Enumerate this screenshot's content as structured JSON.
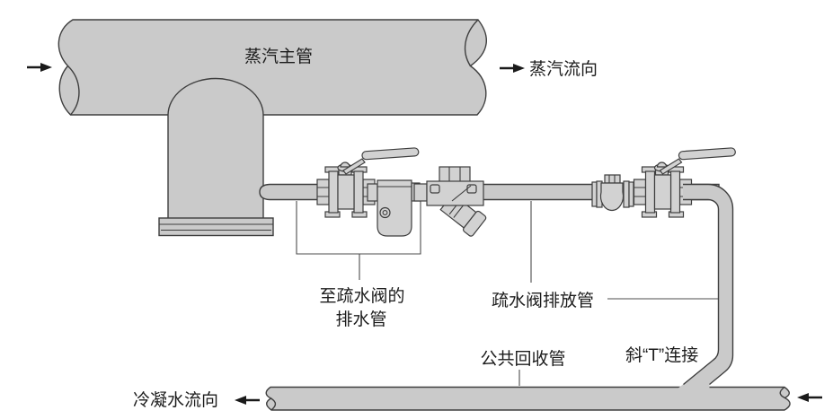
{
  "figure": {
    "type": "steam-trap-piping-diagram",
    "background": "#ffffff",
    "colors": {
      "pipe_fill": "#cacaca",
      "fitting_fill": "#d2d2d2",
      "outline": "#3e3e3e",
      "leader_line": "#4d4d4d",
      "text": "#1c1c1c",
      "arrow": "#1a1a1a"
    },
    "labels": {
      "steam_main": "蒸汽主管",
      "steam_flow": "蒸汽流向",
      "drain_to_trap_line1": "至疏水阀的",
      "drain_to_trap_line2": "排水管",
      "trap_discharge": "疏水阀排放管",
      "common_return": "公共回收管",
      "angled_tee": "斜“T”连接",
      "condensate_flow": "冷凝水流向"
    },
    "components": [
      "steam-main-pipe",
      "tee-dome-drip-leg",
      "flange",
      "ball-valve-with-lever",
      "steam-trap",
      "y-strainer",
      "check-valve",
      "outlet-ball-valve-with-lever",
      "discharge-elbow-pipe",
      "angled-tee-connection",
      "common-return-pipe"
    ]
  }
}
